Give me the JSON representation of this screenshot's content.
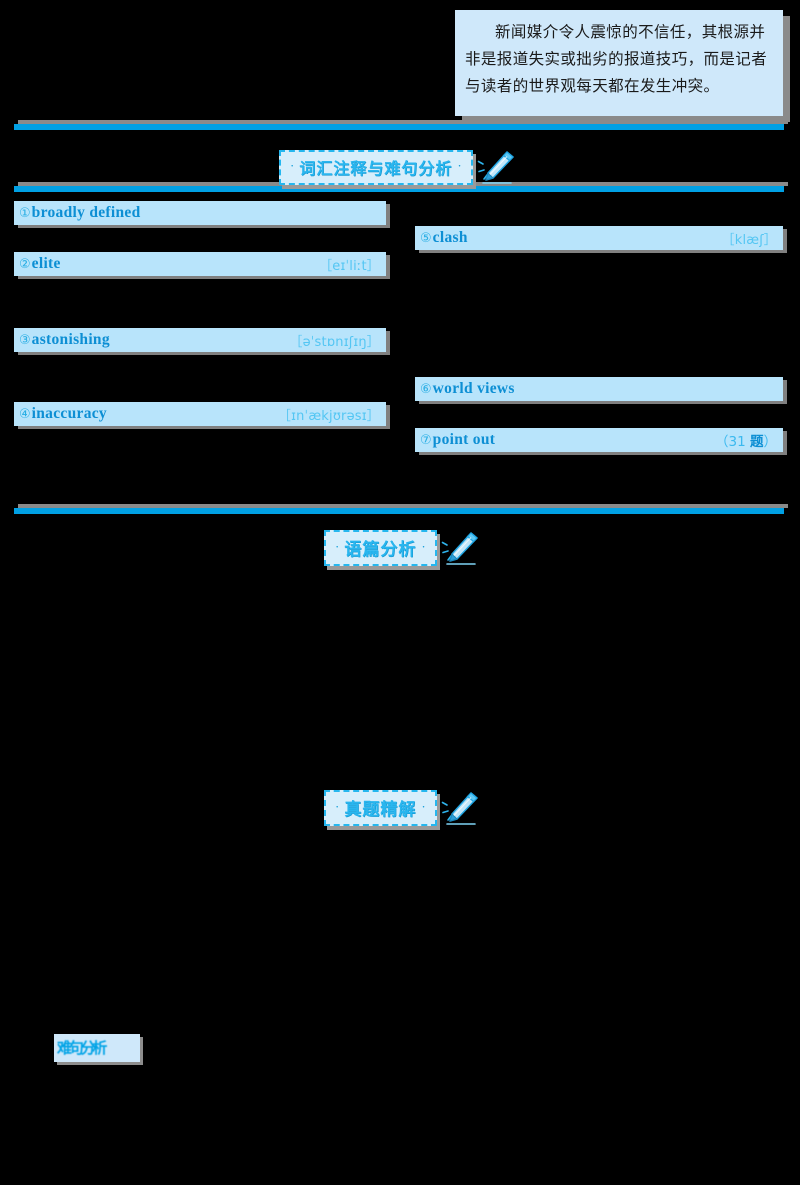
{
  "translation_box": {
    "text": "新闻媒介令人震惊的不信任，其根源并非是报道失实或拙劣的报道技巧，而是记者与读者的世界观每天都在发生冲突。"
  },
  "sections": [
    {
      "name": "vocabulary-and-sentence-analysis",
      "title": "词汇注释与难句分析",
      "left_dot": "·",
      "right_dot": "·",
      "icon": "pencil-icon"
    },
    {
      "name": "discourse-analysis",
      "title": "语篇分析",
      "left_dot": "·",
      "right_dot": "·",
      "icon": "pencil-icon"
    },
    {
      "name": "exam-question-explanation",
      "title": "真题精解",
      "left_dot": "·",
      "right_dot": "·",
      "icon": "pencil-icon"
    }
  ],
  "vocabulary": {
    "left_column": [
      {
        "num": "①",
        "word": "broadly defined",
        "phonetic": ""
      },
      {
        "num": "②",
        "word": "elite",
        "phonetic": "［eɪˈliːt］"
      },
      {
        "num": "③",
        "word": "astonishing",
        "phonetic": "［əˈstɒnɪʃɪŋ］"
      },
      {
        "num": "④",
        "word": "inaccuracy",
        "phonetic": "［ɪnˈækjʊrəsɪ］"
      }
    ],
    "right_column": [
      {
        "num": "⑤",
        "word": "clash",
        "phonetic": "［klæʃ］"
      },
      {
        "num": "⑥",
        "word": "world views",
        "phonetic": ""
      },
      {
        "num": "⑦",
        "word": "point out",
        "question_ref": "（31 题）",
        "question_ref_prefix": "（31 ",
        "question_ref_bold": "题",
        "question_ref_suffix": "）"
      }
    ]
  },
  "bottom_label": {
    "text": "难句分析"
  },
  "colors": {
    "page_background": "#000000",
    "accent_blue": "#00a0e4",
    "bar_blue": "#b8e4fb",
    "box_blue": "#cfe8fa",
    "word_blue": "#0d8fd4",
    "phonetic_blue": "#54c6f3",
    "shadow_gray": "#8a8a8a"
  }
}
